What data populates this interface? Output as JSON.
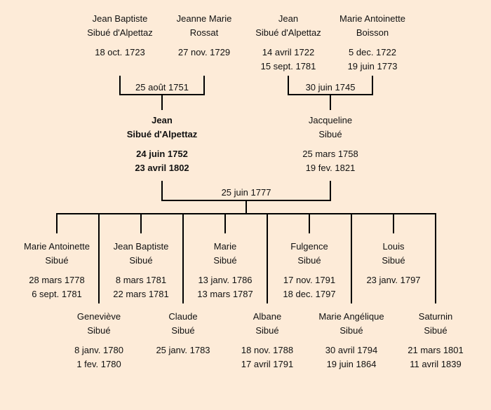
{
  "grandparents": [
    {
      "first": "Jean Baptiste",
      "last": "Sibué d'Alpettaz",
      "birth": "18 oct. 1723",
      "death": ""
    },
    {
      "first": "Jeanne Marie",
      "last": "Rossat",
      "birth": "27 nov. 1729",
      "death": ""
    },
    {
      "first": "Jean",
      "last": "Sibué d'Alpettaz",
      "birth": "14 avril 1722",
      "death": "15 sept. 1781"
    },
    {
      "first": "Marie Antoinette",
      "last": "Boisson",
      "birth": "5 dec. 1722",
      "death": "19 juin 1773"
    }
  ],
  "marriages": {
    "left": "25 août 1751",
    "right": "30 juin 1745",
    "main": "25 juin 1777"
  },
  "parents": [
    {
      "first": "Jean",
      "last": "Sibué d'Alpettaz",
      "birth": "24 juin 1752",
      "death": "23 avril 1802"
    },
    {
      "first": "Jacqueline",
      "last": "Sibué",
      "birth": "25 mars 1758",
      "death": "19 fev. 1821"
    }
  ],
  "children_upper": [
    {
      "first": "Marie Antoinette",
      "last": "Sibué",
      "birth": "28 mars 1778",
      "death": "6 sept. 1781"
    },
    {
      "first": "Jean Baptiste",
      "last": "Sibué",
      "birth": "8 mars 1781",
      "death": "22 mars 1781"
    },
    {
      "first": "Marie",
      "last": "Sibué",
      "birth": "13 janv. 1786",
      "death": "13 mars 1787"
    },
    {
      "first": "Fulgence",
      "last": "Sibué",
      "birth": "17 nov. 1791",
      "death": "18 dec. 1797"
    },
    {
      "first": "Louis",
      "last": "Sibué",
      "birth": "23 janv. 1797",
      "death": ""
    }
  ],
  "children_lower": [
    {
      "first": "Geneviève",
      "last": "Sibué",
      "birth": "8 janv. 1780",
      "death": "1 fev. 1780"
    },
    {
      "first": "Claude",
      "last": "Sibué",
      "birth": "25 janv. 1783",
      "death": ""
    },
    {
      "first": "Albane",
      "last": "Sibué",
      "birth": "18 nov. 1788",
      "death": "17 avril 1791"
    },
    {
      "first": "Marie Angélique",
      "last": "Sibué",
      "birth": "30 avril 1794",
      "death": "19 juin 1864"
    },
    {
      "first": "Saturnin",
      "last": "Sibué",
      "birth": "21 mars 1801",
      "death": "11 avril 1839"
    }
  ]
}
